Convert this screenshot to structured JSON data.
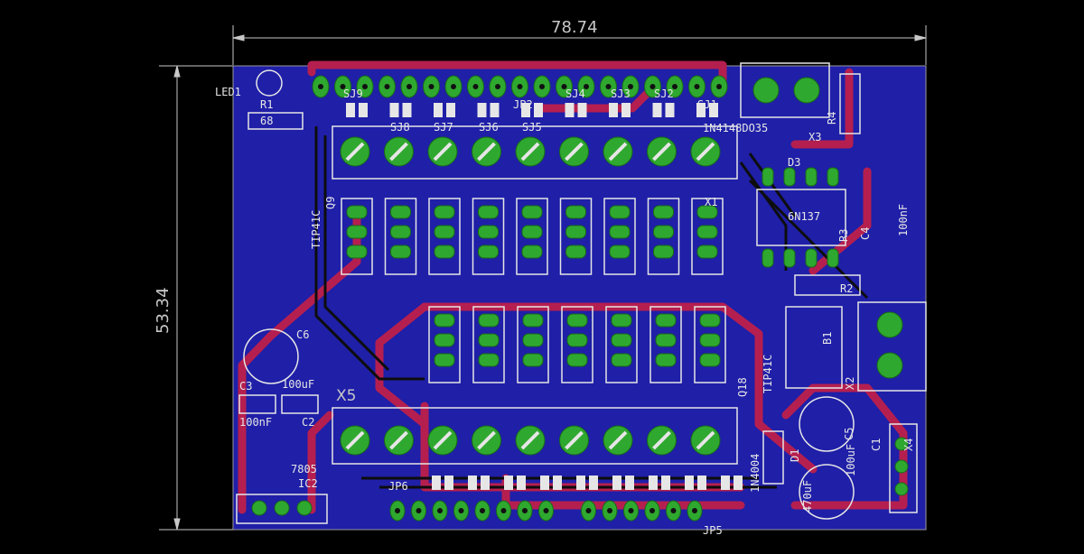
{
  "dimensions": {
    "width": "78.74",
    "height": "53.34"
  },
  "labels": {
    "led1": "LED1",
    "r1": "R1",
    "r1_value": "68",
    "sj9": "SJ9",
    "sj8": "SJ8",
    "sj7": "SJ7",
    "sj6": "SJ6",
    "sj5": "SJ5",
    "jp2": "JP2",
    "sj4": "SJ4",
    "sj3": "SJ3",
    "sj2": "SJ2",
    "sj1": "SJ1",
    "diode_top": "1N4148DO35",
    "d3": "D3",
    "x3": "X3",
    "ic": "6N137",
    "r4": "R4",
    "r3": "R3",
    "c4": "C4",
    "c4_value": "100nF",
    "r2": "R2",
    "x1": "X1",
    "tip_top": "TIP41C",
    "q9": "Q9",
    "c6": "C6",
    "c6_value": "100uF",
    "c3": "C3",
    "c3_value": "100nF",
    "c2": "C2",
    "x5": "X5",
    "ic2": "IC2",
    "ic2_value": "7805",
    "jp6": "JP6",
    "jp5": "JP5",
    "q18": "Q18",
    "tip_bottom": "TIP41C",
    "diode_bottom": "1N4004",
    "d1": "D1",
    "b1": "B1",
    "x2": "X2",
    "c5": "C5",
    "c1": "C1",
    "c1_value": "470uF",
    "c5_value": "100uF",
    "x4": "X4"
  },
  "colors": {
    "background": "#000000",
    "board": "#1f1fa8",
    "trace_top": "#b51f4f",
    "trace_bottom": "#1a1a1a",
    "pad": "#2fa82f",
    "silk": "#e6e6e6",
    "dimension": "#c8c8c8"
  }
}
